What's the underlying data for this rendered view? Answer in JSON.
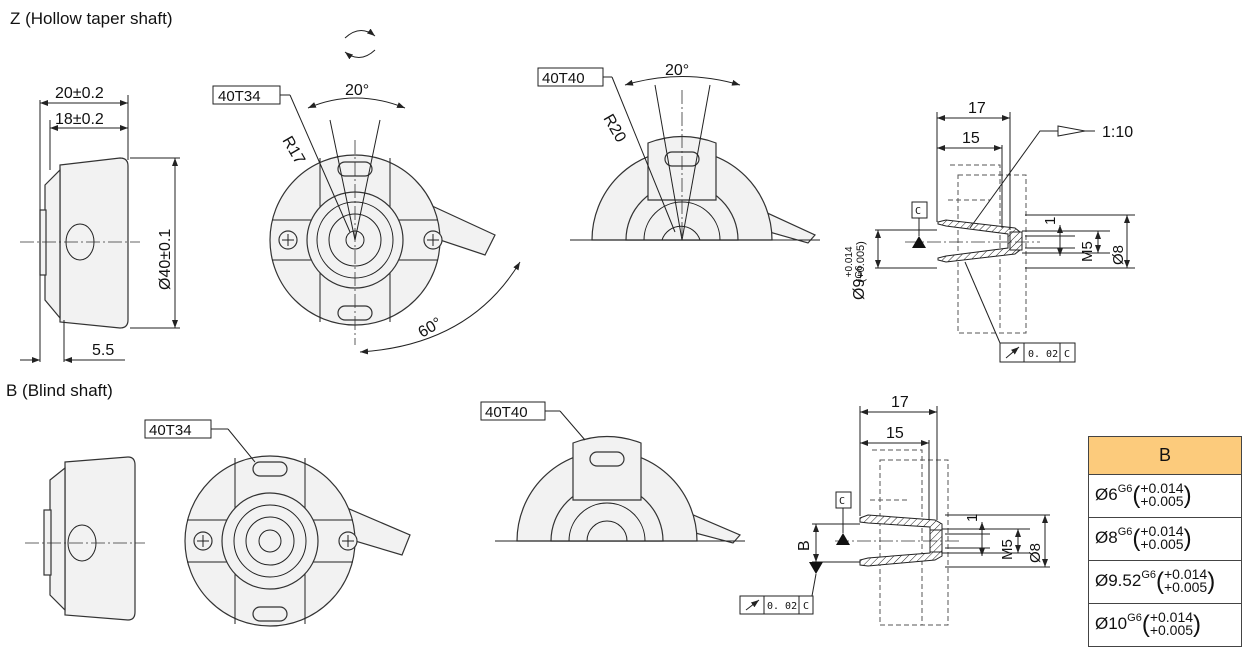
{
  "sections": {
    "z_title": "Z (Hollow taper shaft)",
    "b_title": "B (Blind shaft)"
  },
  "z_side": {
    "width_outer": "20±0.2",
    "width_inner": "18±0.2",
    "diameter": "Ø40±0.1",
    "offset": "5.5"
  },
  "z_front": {
    "label": "40T34",
    "angle": "20°",
    "radius": "R17",
    "swing": "60°",
    "icon": "rotation-arrows-icon"
  },
  "z_half": {
    "label": "40T40",
    "angle": "20°",
    "radius": "R20"
  },
  "z_section": {
    "len_17": "17",
    "len_15": "15",
    "taper": "1:10",
    "datum": "C",
    "bore": "Ø9",
    "bore_fit": "G6",
    "tol_upper": "+0.014",
    "tol_lower": "(+0.005)",
    "dim_1": "1",
    "thread": "M5",
    "dia_8": "Ø8",
    "runout_value": "0. 02",
    "runout_datum": "C"
  },
  "b_front": {
    "label": "40T34"
  },
  "b_half": {
    "label": "40T40"
  },
  "b_section": {
    "len_17": "17",
    "len_15": "15",
    "datum": "C",
    "bore_label": "B",
    "dim_1": "1",
    "thread": "M5",
    "dia_8": "Ø8",
    "runout_value": "0. 02",
    "runout_datum": "C"
  },
  "table": {
    "header": "B",
    "rows": [
      {
        "dia": "Ø6",
        "fit": "G6",
        "upper": "+0.014",
        "lower": "+0.005"
      },
      {
        "dia": "Ø8",
        "fit": "G6",
        "upper": "+0.014",
        "lower": "+0.005"
      },
      {
        "dia": "Ø9.52",
        "fit": "G6",
        "upper": "+0.014",
        "lower": "+0.005"
      },
      {
        "dia": "Ø10",
        "fit": "G6",
        "upper": "+0.014",
        "lower": "+0.005"
      }
    ]
  }
}
